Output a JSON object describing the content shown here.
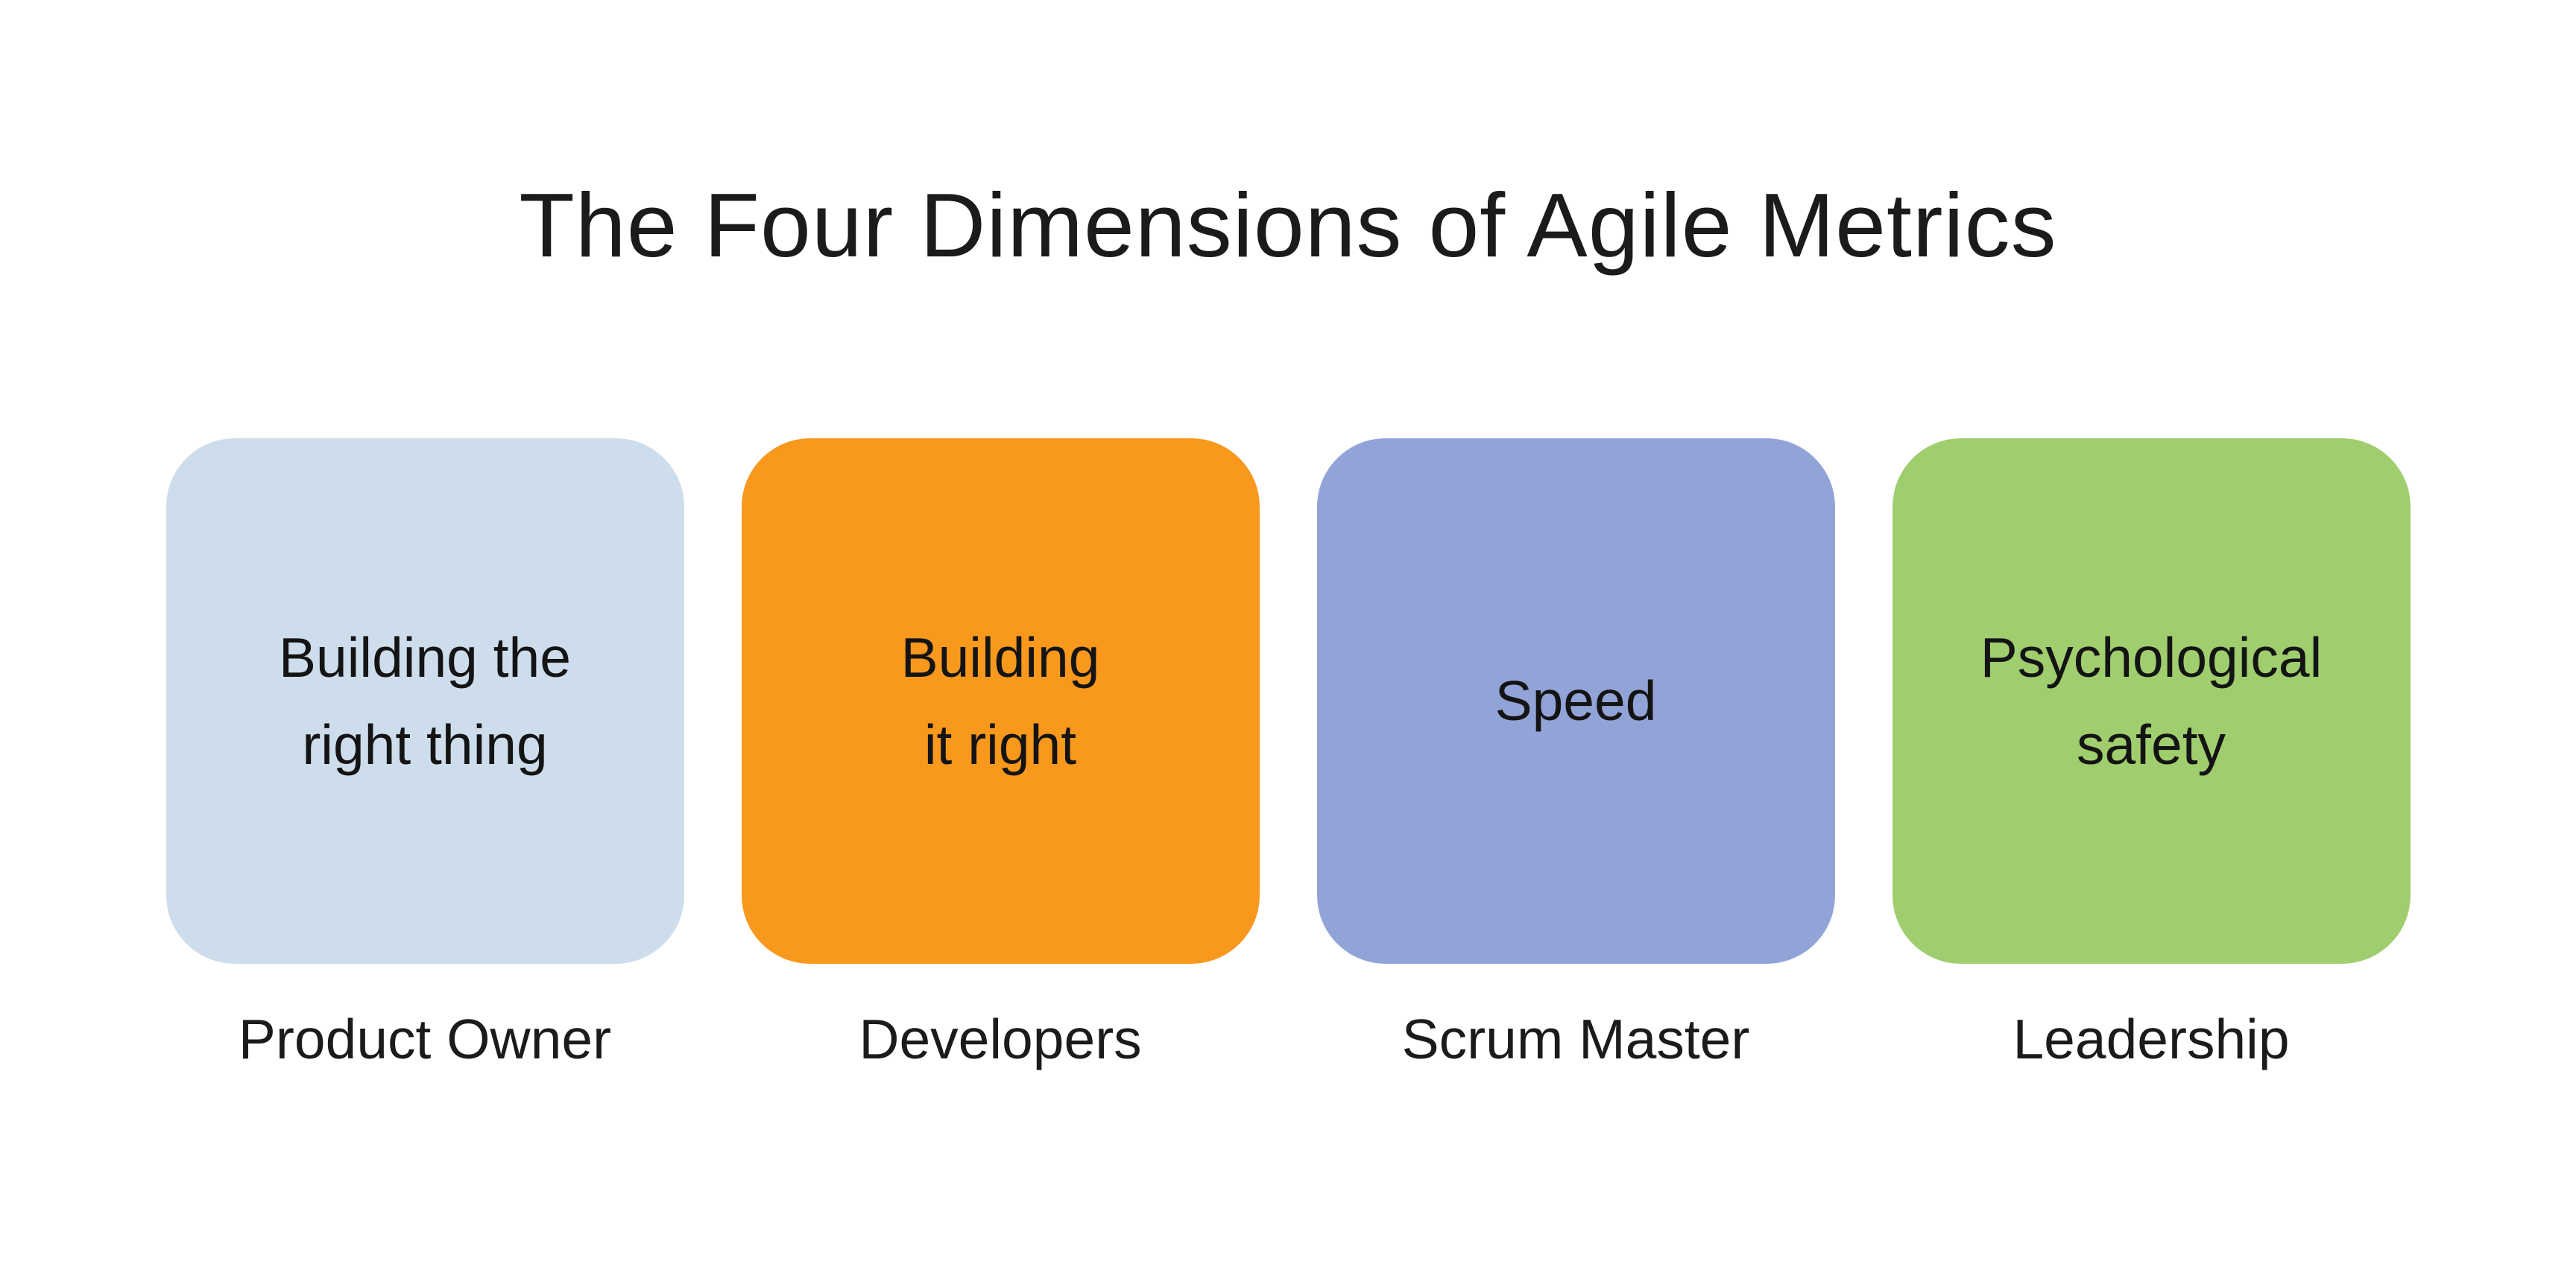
{
  "page": {
    "title": "The Four Dimensions of Agile Metrics",
    "background_color": "#ffffff",
    "text_color": "#1b1b1b"
  },
  "cards": [
    {
      "body": "Building the\nright thing",
      "label": "Product Owner",
      "color": "#cdddeb"
    },
    {
      "body": "Building\nit right",
      "label": "Developers",
      "color": "#f8981d"
    },
    {
      "body": "Speed",
      "label": "Scrum Master",
      "color": "#92a3d7"
    },
    {
      "body": "Psychological\nsafety",
      "label": "Leadership",
      "color": "#a0ce6e"
    }
  ]
}
